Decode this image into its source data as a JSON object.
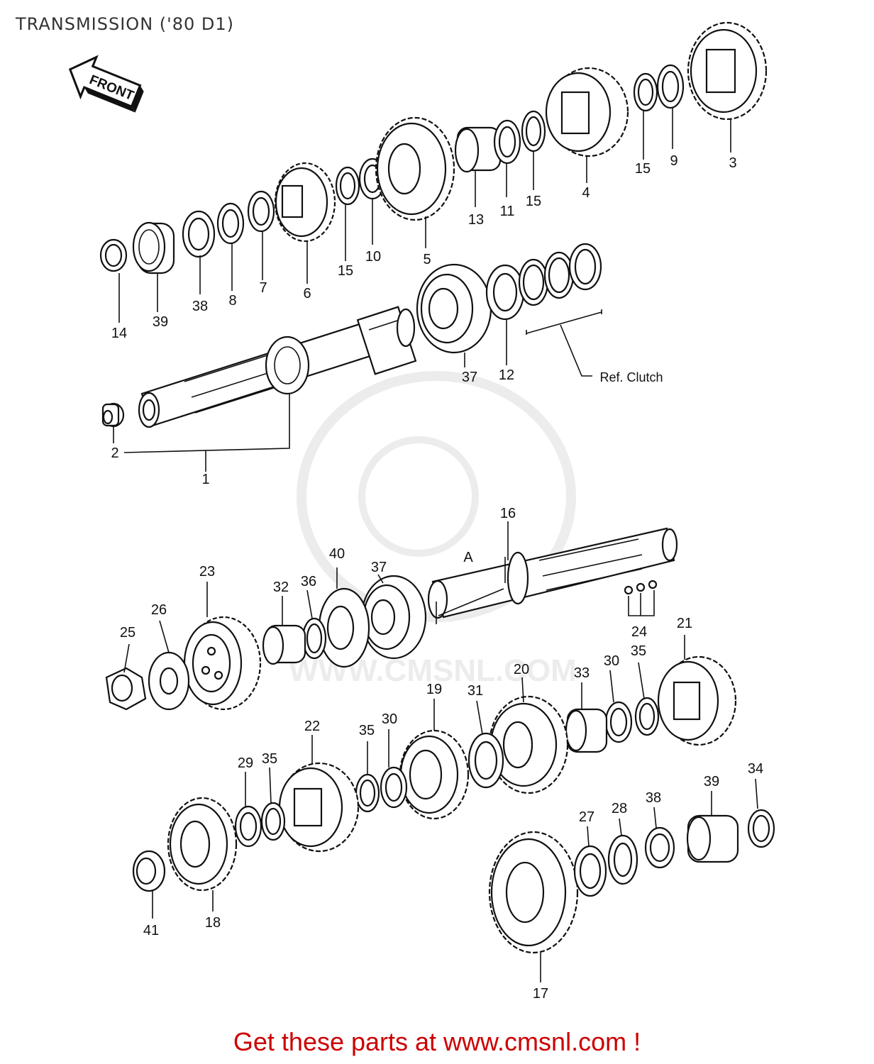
{
  "title": "TRANSMISSION ('80 D1)",
  "front_label": "FRONT",
  "ref_clutch": "Ref. Clutch",
  "dim_a": "A",
  "watermark": "WWW.CMSNL.COM",
  "footer": "Get these parts at www.cmsnl.com !",
  "colors": {
    "footer": "#cc0000",
    "ink": "#111111",
    "watermark": "#e8e8e8"
  },
  "labels": {
    "l1": "1",
    "l2": "2",
    "l3": "3",
    "l4": "4",
    "l5": "5",
    "l6": "6",
    "l7": "7",
    "l8": "8",
    "l9": "9",
    "l10": "10",
    "l11": "11",
    "l12": "12",
    "l13": "13",
    "l14": "14",
    "l15a": "15",
    "l15b": "15",
    "l15c": "15",
    "l16": "16",
    "l17": "17",
    "l18": "18",
    "l19": "19",
    "l20": "20",
    "l21": "21",
    "l22": "22",
    "l23": "23",
    "l24": "24",
    "l25": "25",
    "l26": "26",
    "l27": "27",
    "l28": "28",
    "l29": "29",
    "l30a": "30",
    "l30b": "30",
    "l31": "31",
    "l32": "32",
    "l33": "33",
    "l34": "34",
    "l35a": "35",
    "l35b": "35",
    "l35c": "35",
    "l36": "36",
    "l37a": "37",
    "l37b": "37",
    "l38a": "38",
    "l38b": "38",
    "l39a": "39",
    "l39b": "39",
    "l40": "40",
    "l41": "41"
  }
}
